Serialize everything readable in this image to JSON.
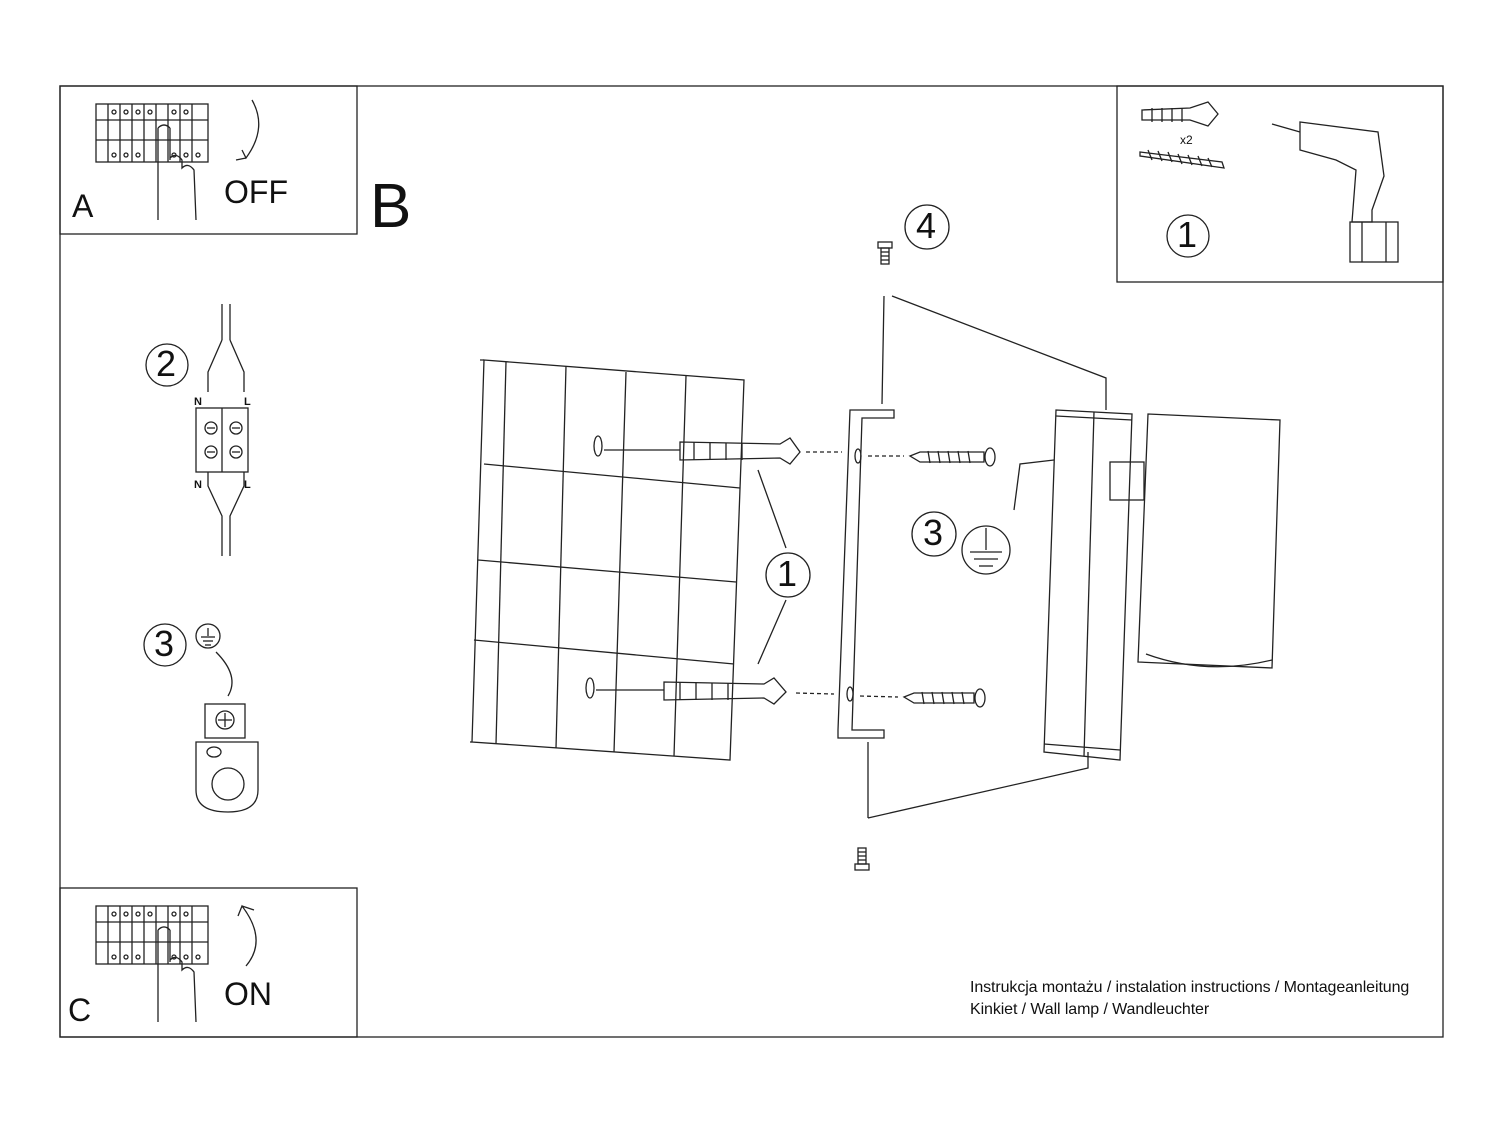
{
  "panels": {
    "a": {
      "letter": "A",
      "state": "OFF"
    },
    "b": {
      "letter": "B"
    },
    "c": {
      "letter": "C",
      "state": "ON"
    }
  },
  "steps": {
    "tools": "1",
    "wiring": "2",
    "ground": "3",
    "dowels": "1",
    "ground_main": "3",
    "screw": "4"
  },
  "tools": {
    "quantity": "x2"
  },
  "wiring": {
    "neutral_top": "N",
    "live_top": "L",
    "neutral_bottom": "N",
    "live_bottom": "L"
  },
  "caption": {
    "line1": "Instrukcja montażu / instalation instructions / Montageanleitung",
    "line2": "Kinkiet / Wall lamp / Wandleuchter"
  },
  "icons": [
    "circuit-breaker-icon",
    "hand-icon",
    "arrow-icon",
    "ground-symbol-icon",
    "drill-icon",
    "wall-plug-icon",
    "screw-icon",
    "terminal-block-icon",
    "ground-terminal-icon"
  ],
  "colors": {
    "line": "#222222",
    "background": "#ffffff"
  }
}
